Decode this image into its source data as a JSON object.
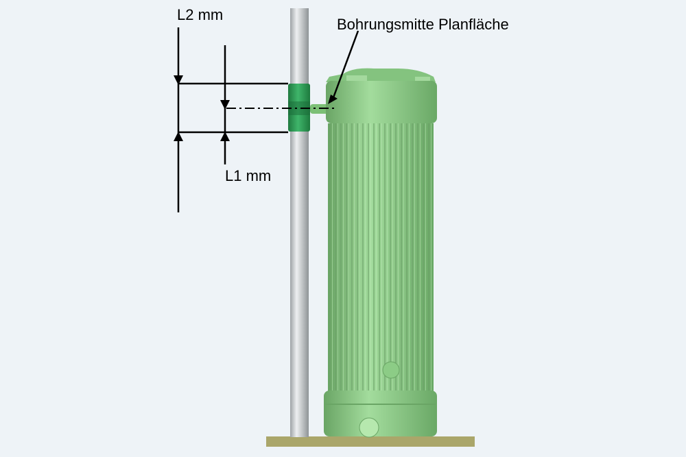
{
  "labels": {
    "l2": "L2 mm",
    "l1": "L1 mm",
    "callout": "Bohrungsmitte Planfläche"
  },
  "colors": {
    "background": "#eef3f7",
    "tank_green": "#8fcf8a",
    "collar_green": "#2e9a55",
    "pipe_gray": "#c9cdd0",
    "ground": "#aaa66a"
  }
}
